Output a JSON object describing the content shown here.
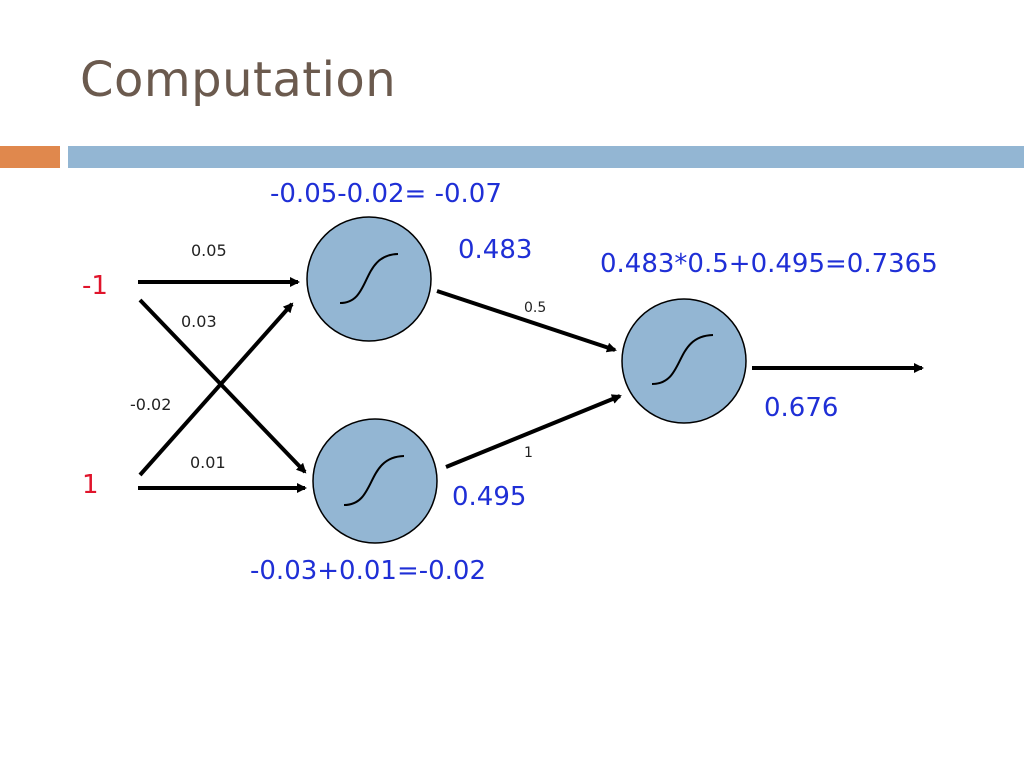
{
  "slide": {
    "title": "Computation"
  },
  "inputs": {
    "top": "-1",
    "bottom": "1"
  },
  "weights": {
    "top_to_top": "0.05",
    "top_to_bottom": "0.03",
    "bottom_to_top": "-0.02",
    "bottom_to_bottom": "0.01",
    "hidden1_to_out": "0.5",
    "hidden2_to_out": "1"
  },
  "annotations": {
    "hidden1_sum": "-0.05-0.02= -0.07",
    "hidden1_out": "0.483",
    "hidden2_sum": "-0.03+0.01=-0.02",
    "hidden2_out": "0.495",
    "output_sum": "0.483*0.5+0.495=0.7365",
    "output_out": "0.676"
  },
  "colors": {
    "title": "#6b5a4e",
    "accent_orange": "#e0884d",
    "accent_blue_bar": "#93b6d3",
    "node_fill": "#93b6d3",
    "annotation_blue": "#1f2fd6",
    "input_red": "#e0142b"
  },
  "icons": {
    "node_symbol": "sigmoid-icon"
  }
}
